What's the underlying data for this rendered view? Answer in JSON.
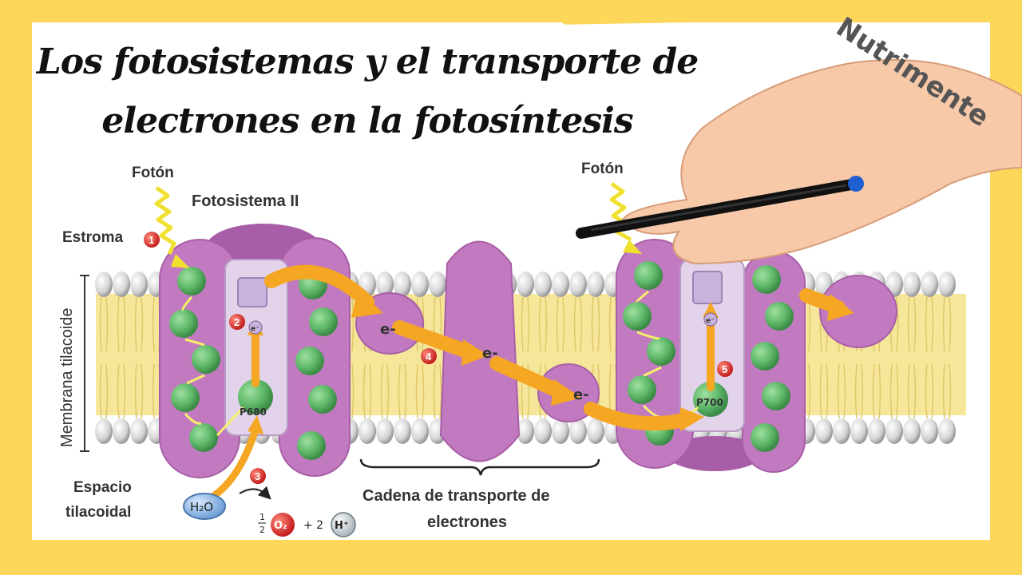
{
  "title": {
    "line1": "Los fotosistemas y el transporte de",
    "line2": "electrones en la fotosíntesis"
  },
  "brand": "Nutrimente",
  "labels": {
    "photon_left": "Fotón",
    "photon_right": "Fotón",
    "photosystem": "Fotosistema II",
    "stroma": "Estroma",
    "membrane": "Membrana tilacoide",
    "lumen_line1": "Espacio",
    "lumen_line2": "tilacoidal",
    "chain_line1": "Cadena de transporte de",
    "chain_line2": "electrones",
    "electron": "e-",
    "electron_small": "e⁻",
    "p680": "P680",
    "p700": "P700"
  },
  "steps": [
    "1",
    "2",
    "3",
    "4",
    "5"
  ],
  "reaction": {
    "water": "H₂O",
    "half_num": "1",
    "half_den": "2",
    "oxygen": "O₂",
    "plus_two": "+ 2",
    "proton": "H⁺"
  },
  "colors": {
    "background": "#fcd75a",
    "panel": "#ffffff",
    "protein": "#c17ac0",
    "protein_dark": "#a85ea7",
    "chlorophyll": "#5fb86a",
    "lipid_band": "#f5e69a",
    "arrow": "#f5a623",
    "photon": "#f0e030",
    "step_badge": "#d32a2a"
  }
}
